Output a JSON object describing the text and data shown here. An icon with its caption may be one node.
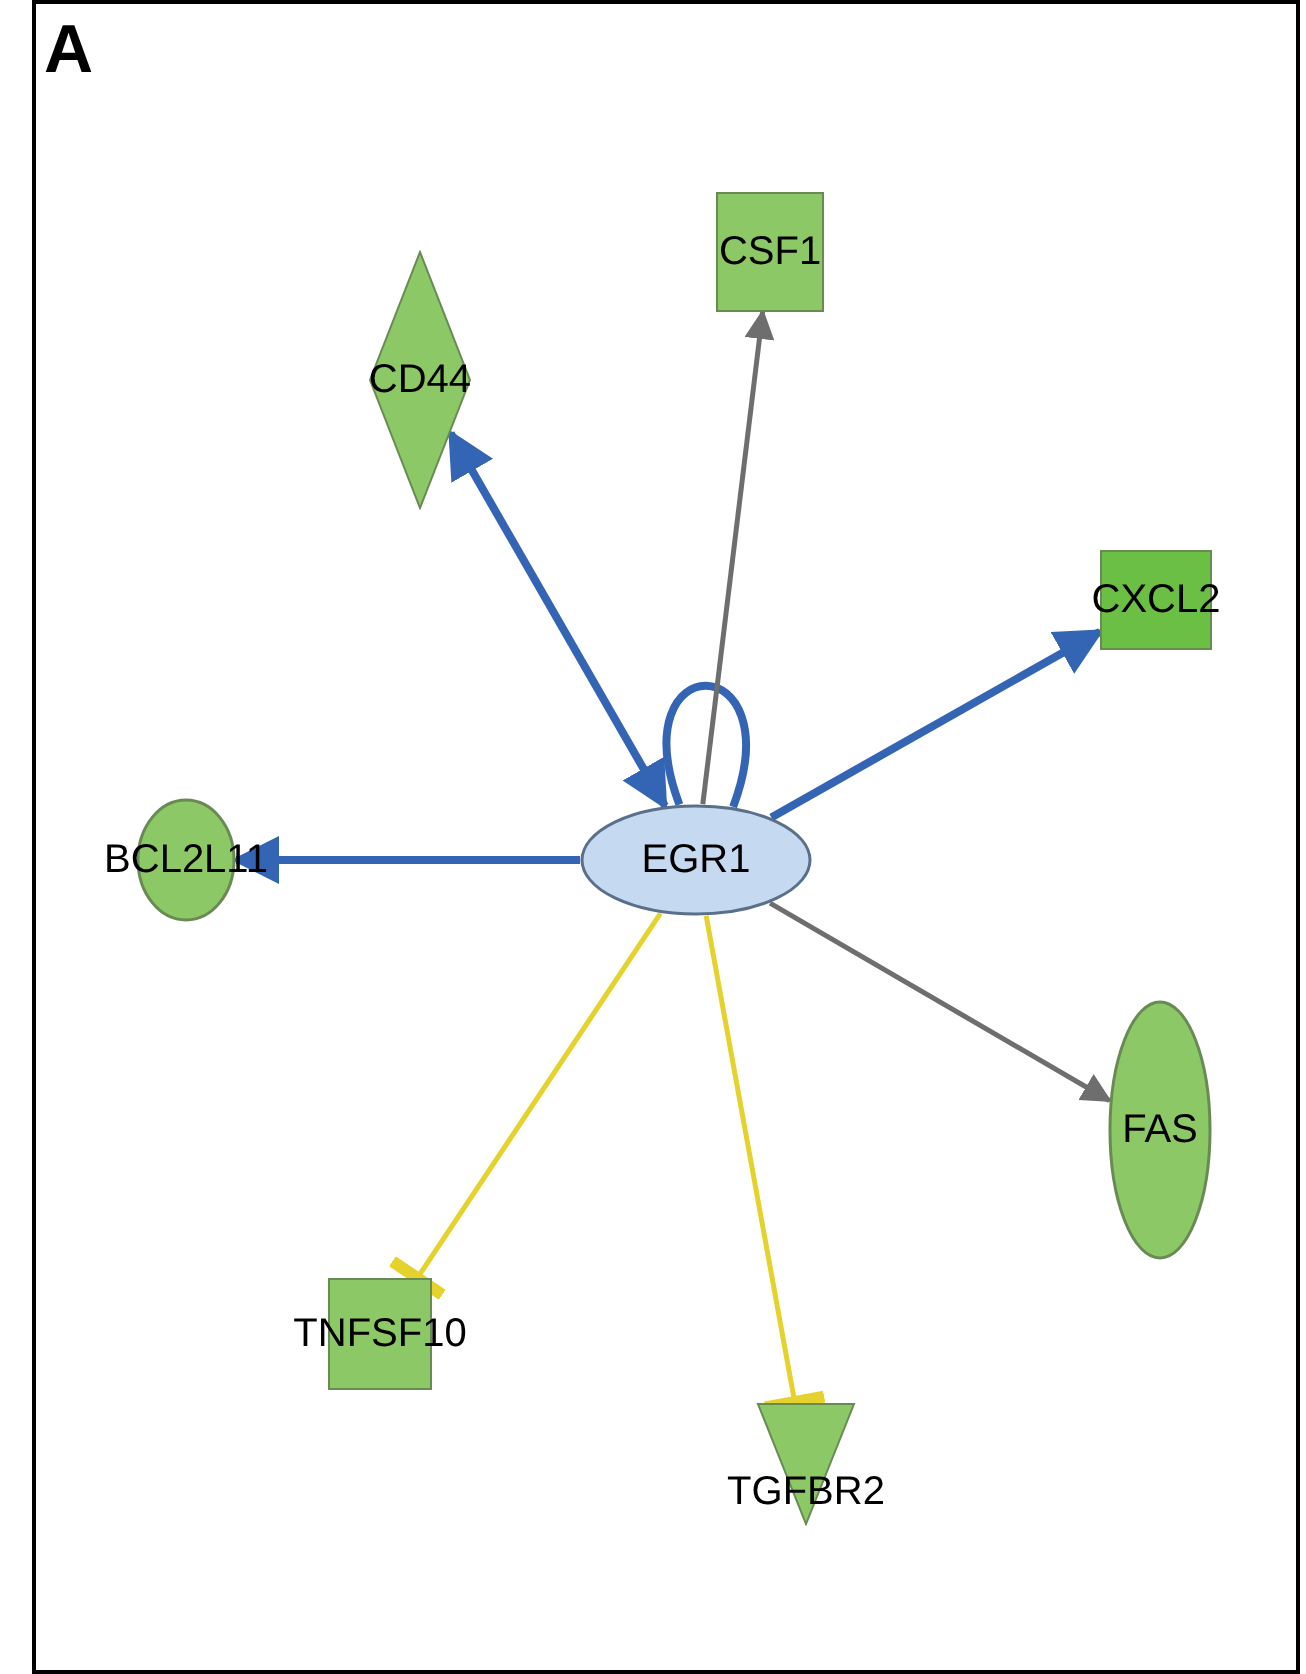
{
  "diagram": {
    "nodes": [
      {
        "text": [
          "EGR1"
        ]
      },
      {
        "text": [
          "CD44"
        ]
      },
      {
        "text": [
          "CSF1"
        ]
      },
      {
        "text": [
          "CXCL2"
        ]
      },
      {
        "text": [
          "BCL2L11"
        ]
      },
      {
        "text": [
          "FAS"
        ]
      },
      {
        "text": [
          "TNFSF10"
        ]
      },
      {
        "text": [
          "TGFBR2"
        ]
      }
    ],
    "edges": [
      {
        "from": 0,
        "to": 1,
        "arrow": "both"
      },
      {
        "from": 0,
        "to": 0,
        "arrow": "none"
      },
      {
        "from": 0,
        "to": 2,
        "arrow": "to",
        "color": "#6e6e6e"
      },
      {
        "from": 0,
        "to": 3,
        "arrow": "to"
      },
      {
        "from": 0,
        "to": 4,
        "arrow": "to"
      },
      {
        "from": 0,
        "to": 5,
        "arrow": "to",
        "color": "#6e6e6e"
      },
      {
        "from": 0,
        "to": 6,
        "arrow": "other",
        "color": "#e6d22c"
      },
      {
        "from": 0,
        "to": 7,
        "arrow": "other",
        "color": "#e6d22c"
      }
    ],
    "labels": [
      "A"
    ]
  }
}
